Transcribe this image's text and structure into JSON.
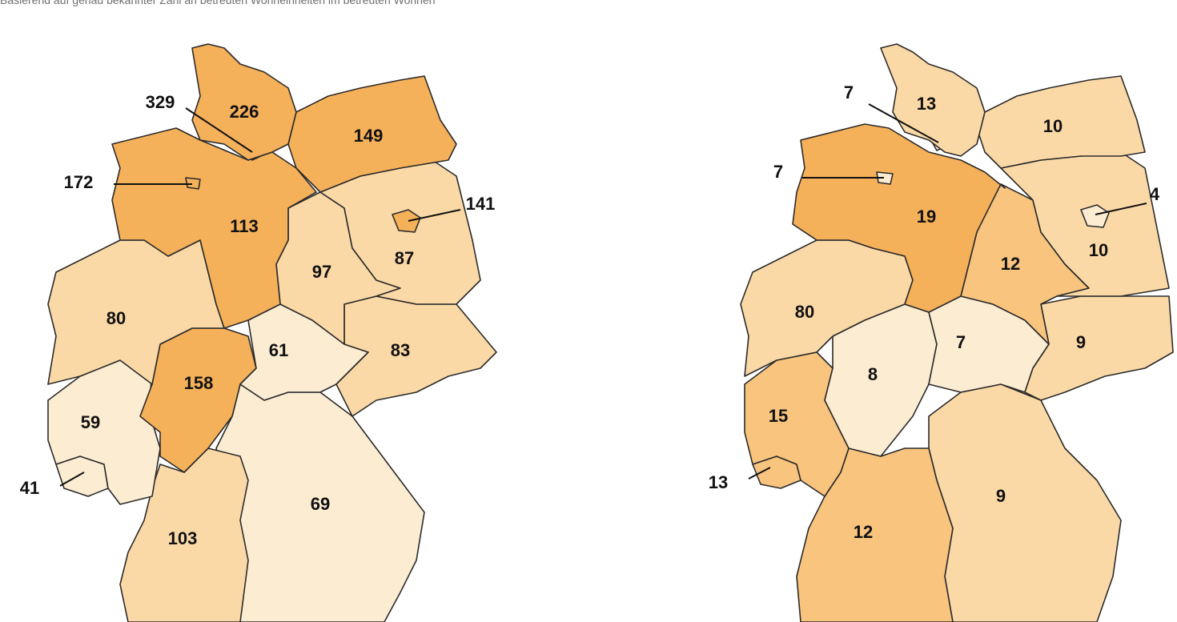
{
  "caption": "Basierend auf genau bekannter Zahl an betreuten Wohneinheiten im betreuten Wohnen",
  "colors": {
    "very_light": "#fcecd2",
    "light": "#fbd9a6",
    "medium": "#f8c47e",
    "strong": "#f5b05a",
    "border": "#2b2b2b"
  },
  "maps": [
    {
      "name": "map-left",
      "states": {
        "sh": "226",
        "hh": "329",
        "mv": "149",
        "hb": "172",
        "ni": "113",
        "be": "141",
        "bb": "87",
        "st": "97",
        "nw": "80",
        "he": "158",
        "th": "61",
        "sn": "83",
        "rp": "59",
        "sl": "41",
        "bw": "103",
        "by": "69"
      }
    },
    {
      "name": "map-right",
      "states": {
        "sh": "13",
        "hh": "7",
        "mv": "10",
        "hb": "7",
        "ni": "19",
        "be": "4",
        "bb": "10",
        "st": "12",
        "nw": "80",
        "he": "8",
        "th": "7",
        "sn": "9",
        "rp": "15",
        "sl": "13",
        "bw": "12",
        "by": "9"
      }
    }
  ]
}
